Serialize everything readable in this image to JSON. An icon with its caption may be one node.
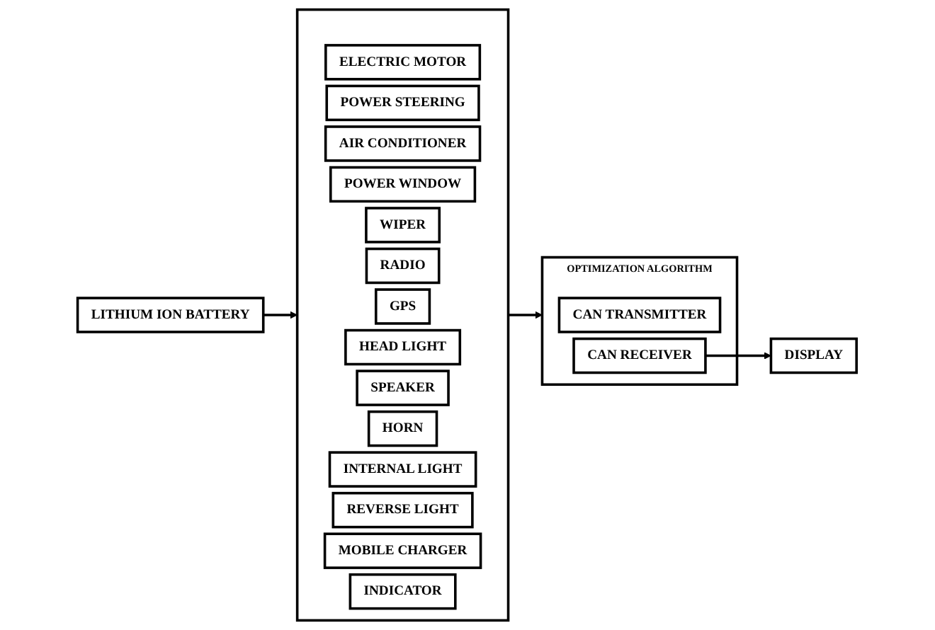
{
  "diagram": {
    "nodes": [
      {
        "text": [
          "LITHIUM ION BATTERY"
        ]
      },
      {
        "text": [],
        "shape": "box"
      },
      {
        "text": [
          "ELECTRIC MOTOR"
        ],
        "in": 1
      },
      {
        "text": [
          "POWER STEERING"
        ],
        "in": 1
      },
      {
        "text": [
          "AIR CONDITIONER"
        ],
        "in": 1
      },
      {
        "text": [
          "POWER WINDOW"
        ],
        "in": 1
      },
      {
        "text": [
          "WIPER"
        ],
        "in": 1
      },
      {
        "text": [
          "RADIO"
        ],
        "in": 1
      },
      {
        "text": [
          "GPS"
        ],
        "in": 1
      },
      {
        "text": [
          "HEAD LIGHT"
        ],
        "in": 1
      },
      {
        "text": [
          "SPEAKER"
        ],
        "in": 1
      },
      {
        "text": [
          "HORN"
        ],
        "in": 1
      },
      {
        "text": [
          "INTERNAL LIGHT"
        ],
        "in": 1
      },
      {
        "text": [
          "REVERSE LIGHT"
        ],
        "in": 1
      },
      {
        "text": [
          "MOBILE CHARGER"
        ],
        "in": 1
      },
      {
        "text": [
          "INDICATOR"
        ],
        "in": 1
      },
      {
        "text": [
          "OPTIMIZATION ALGORITHM"
        ]
      },
      {
        "text": [
          "CAN TRANSMITTER"
        ],
        "in": 16
      },
      {
        "text": [
          "CAN RECEIVER"
        ],
        "in": 16
      },
      {
        "text": [
          "DISPLAY"
        ]
      }
    ],
    "edges": [
      {
        "from": 0,
        "to": 1,
        "arrow": "to"
      },
      {
        "from": 1,
        "to": 16,
        "arrow": "to"
      },
      {
        "from": 18,
        "to": 19,
        "arrow": "to"
      }
    ]
  }
}
